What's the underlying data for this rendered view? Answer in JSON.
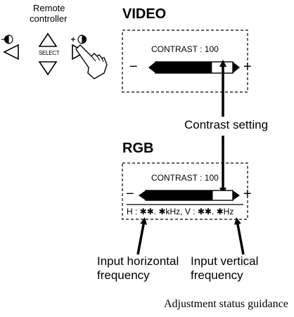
{
  "remote": {
    "label_line1": "Remote",
    "label_line2": "controller",
    "select_label": "SELECT"
  },
  "video": {
    "title": "VIDEO",
    "osd_text": "CONTRAST : 100",
    "minus": "−",
    "plus": "+",
    "contrast_value": 100
  },
  "callouts": {
    "contrast_setting": "Contrast setting",
    "horizontal_line1": "Input horizontal",
    "horizontal_line2": "frequency",
    "vertical_line1": "Input vertical",
    "vertical_line2": "frequency"
  },
  "rgb": {
    "title": "RGB",
    "osd_text": "CONTRAST : 100",
    "minus": "−",
    "plus": "+",
    "contrast_value": 100,
    "frequency_text": "H : ✱✱. ✱kHz, V : ✱✱. ✱Hz"
  },
  "caption": "Adjustment status guidance"
}
